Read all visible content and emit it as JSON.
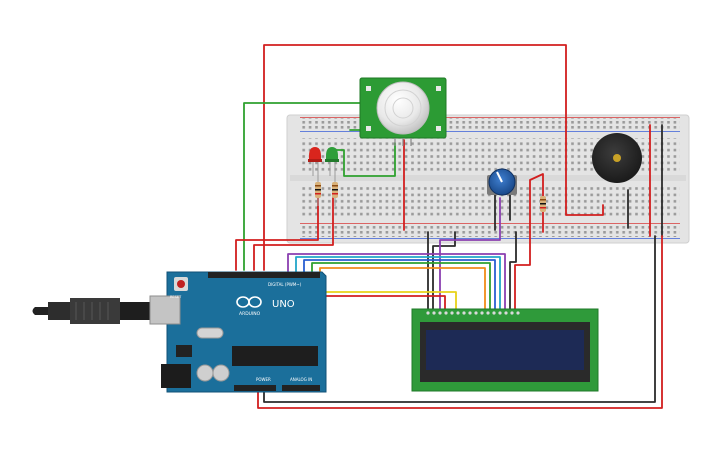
{
  "canvas": {
    "background": "#ffffff"
  },
  "colors": {
    "breadboard": "#e6e6e6",
    "breadboard_edge": "#d2d2d2",
    "arduino": "#1b6f9b",
    "arduino_dark": "#125277",
    "pir_pcb": "#2c9b34",
    "lcd_pcb": "#2f9a3a",
    "lcd_screen": "#1d2a55",
    "wire_red": "#d21f1f",
    "wire_black": "#2b2b2b",
    "wire_green": "#2fa12f",
    "wire_yellow": "#e7d21a",
    "wire_orange": "#f08c1a",
    "wire_purple": "#8a3fb0",
    "wire_blue": "#2a5fd1",
    "wire_cyan": "#22a6c9",
    "led_red": "#d9251d",
    "led_green": "#2f9e3a",
    "buzzer": "#2a2a2a",
    "pot_knob": "#1d56a3"
  },
  "components": {
    "arduino": {
      "name": "arduino-uno",
      "label": "UNO",
      "brand": "ARDUINO",
      "digital_header": "DIGITAL (PWM~)",
      "power_header": "POWER",
      "analog_header": "ANALOG IN",
      "reset_label": "RESET",
      "icon": "arduino-infinity-logo"
    },
    "usb_cable": {
      "icon": "usb-plug-icon"
    },
    "breadboard": {
      "name": "breadboard"
    },
    "pir_sensor": {
      "name": "pir-motion-sensor",
      "icon": "pir-dome-icon"
    },
    "lcd": {
      "name": "lcd-16x2",
      "icon": "lcd-screen-icon"
    },
    "potentiometer": {
      "name": "potentiometer",
      "icon": "pot-knob-icon"
    },
    "buzzer": {
      "name": "piezo-buzzer",
      "icon": "buzzer-icon"
    },
    "leds": [
      {
        "name": "red-led",
        "color": "red"
      },
      {
        "name": "green-led",
        "color": "green"
      }
    ]
  }
}
